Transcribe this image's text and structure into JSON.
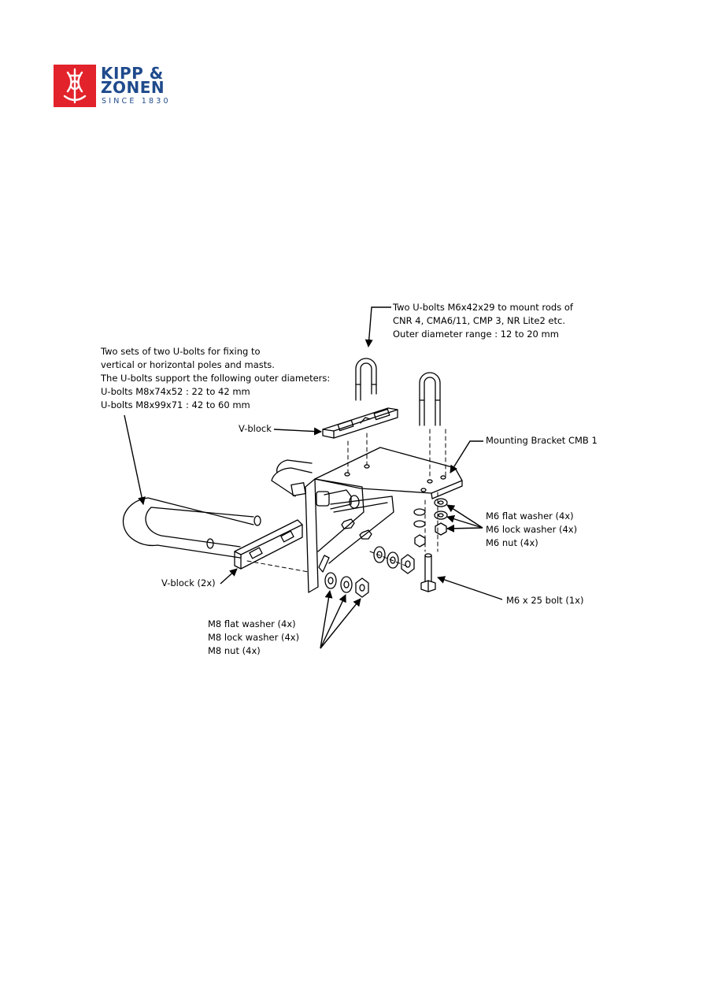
{
  "logo": {
    "line1": "KIPP &",
    "line2": "ZONEN",
    "since": "SINCE 1830",
    "brand_red": "#e2232b",
    "brand_blue": "#1f4a8c"
  },
  "labels": {
    "top_ubolts": [
      "Two U-bolts M6x42x29 to mount rods of",
      "CNR 4, CMA6/11, CMP 3, NR Lite2 etc.",
      "Outer diameter range  : 12 to 20 mm"
    ],
    "sets_ubolts": [
      "Two sets of two U-bolts for fixing to",
      "vertical or horizontal poles and masts.",
      "The U-bolts support the following outer  diameters:",
      "U-bolts M8x74x52 : 22 to 42 mm",
      "U-bolts M8x99x71 : 42 to 60 mm"
    ],
    "vblock_top": "V-block",
    "mounting_bracket": "Mounting Bracket CMB 1",
    "m6_hardware": [
      "M6 flat washer (4x)",
      "M6 lock washer (4x)",
      "M6 nut (4x)"
    ],
    "vblock_2x": "V-block (2x)",
    "m6_bolt": "M6 x 25 bolt (1x)",
    "m8_hardware": [
      "M8 flat washer (4x)",
      "M8 lock washer (4x)",
      "M8 nut (4x)"
    ]
  }
}
